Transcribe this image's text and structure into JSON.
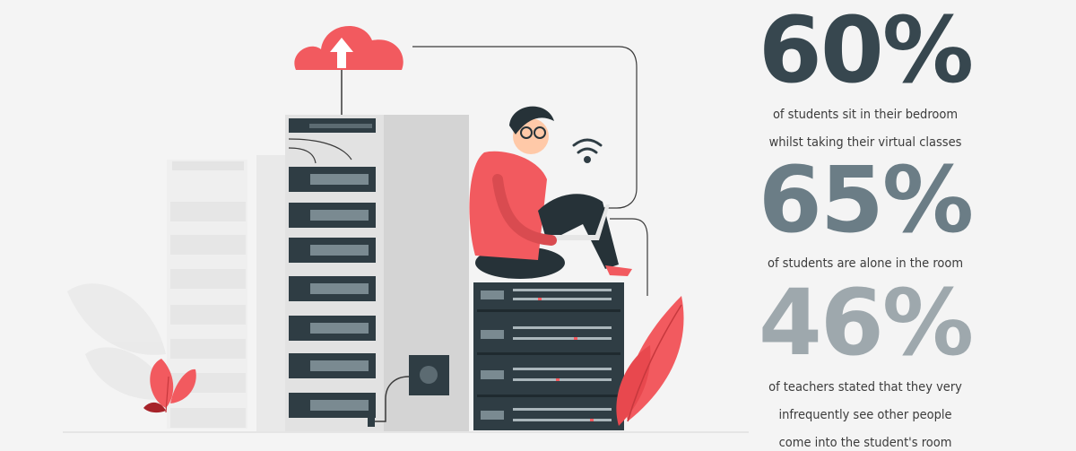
{
  "colors": {
    "background": "#f4f4f4",
    "stat_primary": "#37474f",
    "stat_secondary": "#6b7d86",
    "stat_tertiary": "#9ea8ad",
    "accent_red": "#f25a5f",
    "server_dark": "#2f3d44",
    "server_light": "#e6e6e6"
  },
  "stats": [
    {
      "value": "60%",
      "caption_line1": "of students sit in their bedroom",
      "caption_line2": "whilst taking their virtual classes",
      "caption_line3": ""
    },
    {
      "value": "65%",
      "caption_line1": "of students are alone in the room",
      "caption_line2": "",
      "caption_line3": ""
    },
    {
      "value": "46%",
      "caption_line1": "of teachers stated that they very",
      "caption_line2": "infrequently see other people",
      "caption_line3": "come into the student's room"
    }
  ],
  "icons": [
    "cloud-upload-icon",
    "wifi-icon",
    "server-rack",
    "person-with-laptop",
    "leaf",
    "power-socket-icon"
  ]
}
